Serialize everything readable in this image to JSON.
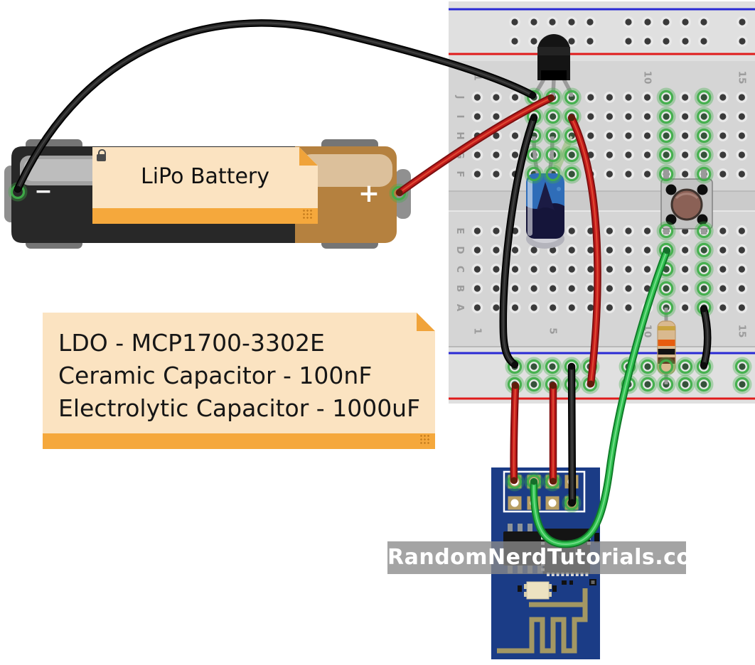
{
  "watermark": {
    "text": "RandomNerdTutorials.com",
    "bg": "#8a8a8a",
    "fg": "#ffffff"
  },
  "notes": {
    "battery_label": {
      "text": "LiPo Battery"
    },
    "parts_list": {
      "lines": [
        "LDO - MCP1700-3302E",
        "Ceramic Capacitor - 100nF",
        "Electrolytic Capacitor - 1000uF"
      ]
    }
  },
  "battery": {
    "name": "LiPo Battery",
    "minus_label": "−",
    "plus_label": "+",
    "body_black": "#282828",
    "body_copper": "#b5813f"
  },
  "breadboard": {
    "row_letters_top": [
      "J",
      "I",
      "H",
      "G",
      "F"
    ],
    "row_letters_bottom": [
      "E",
      "D",
      "C",
      "B",
      "A"
    ],
    "column_numbers": [
      1,
      5,
      10,
      15
    ],
    "bg": "#d5d5d5",
    "rail_blue": "#2a2ad4",
    "rail_red": "#e01b1b",
    "highlight_green": "#3fae49",
    "highlighted_columns_full": [
      11,
      13
    ],
    "highlighted_columns_top_half": [
      4,
      5,
      6
    ],
    "bottom_rails_highlighted": true
  },
  "components": [
    {
      "id": "ldo",
      "name": "MCP1700-3302E voltage regulator (TO-92)",
      "color": "#141414"
    },
    {
      "id": "ceramic-capacitor",
      "name": "Ceramic capacitor 100nF",
      "color": "#aec79a"
    },
    {
      "id": "electrolytic-capacitor",
      "name": "Electrolytic capacitor 1000uF",
      "body": "#15153a",
      "sleeve": "#2f6db8"
    },
    {
      "id": "pushbutton",
      "name": "Pushbutton",
      "body": "#c3c3c3",
      "cap": "#8b6156"
    },
    {
      "id": "resistor",
      "name": "Resistor 10k",
      "body": "#d9b98f",
      "bands": [
        "gold",
        "orange",
        "black",
        "brown"
      ]
    },
    {
      "id": "esp01",
      "name": "ESP-01 (ESP8266) WiFi module",
      "pcb": "#1b3c86",
      "antenna": "#a39763"
    },
    {
      "id": "battery",
      "name": "LiPo Battery"
    }
  ],
  "wires": [
    {
      "id": "w-bat-neg",
      "color": "#262626",
      "from": "battery-negative",
      "to": "breadboard-J4"
    },
    {
      "id": "w-bat-pos",
      "color": "#c41b1b",
      "from": "battery-positive",
      "to": "breadboard-J5"
    },
    {
      "id": "w-gnd-rail",
      "color": "#262626",
      "from": "breadboard-I4",
      "to": "bottom-rail-row1"
    },
    {
      "id": "w-vout-rail",
      "color": "#c41b1b",
      "from": "breadboard-I6",
      "to": "bottom-rail-row2"
    },
    {
      "id": "w-esp-vcc1",
      "color": "#c41b1b",
      "from": "bottom-rail-row2",
      "to": "esp-pad-1"
    },
    {
      "id": "w-esp-vcc2",
      "color": "#c41b1b",
      "from": "bottom-rail-row2",
      "to": "esp-pad-3"
    },
    {
      "id": "w-esp-gnd",
      "color": "#262626",
      "from": "bottom-rail-row1",
      "to": "esp-pad-8"
    },
    {
      "id": "w-esp-gpio",
      "color": "#2fbf4f",
      "from": "esp-pad-2",
      "to": "breadboard-D11"
    },
    {
      "id": "w-en-rail",
      "color": "#262626",
      "from": "breadboard-A13",
      "to": "bottom-rail-row1"
    }
  ]
}
